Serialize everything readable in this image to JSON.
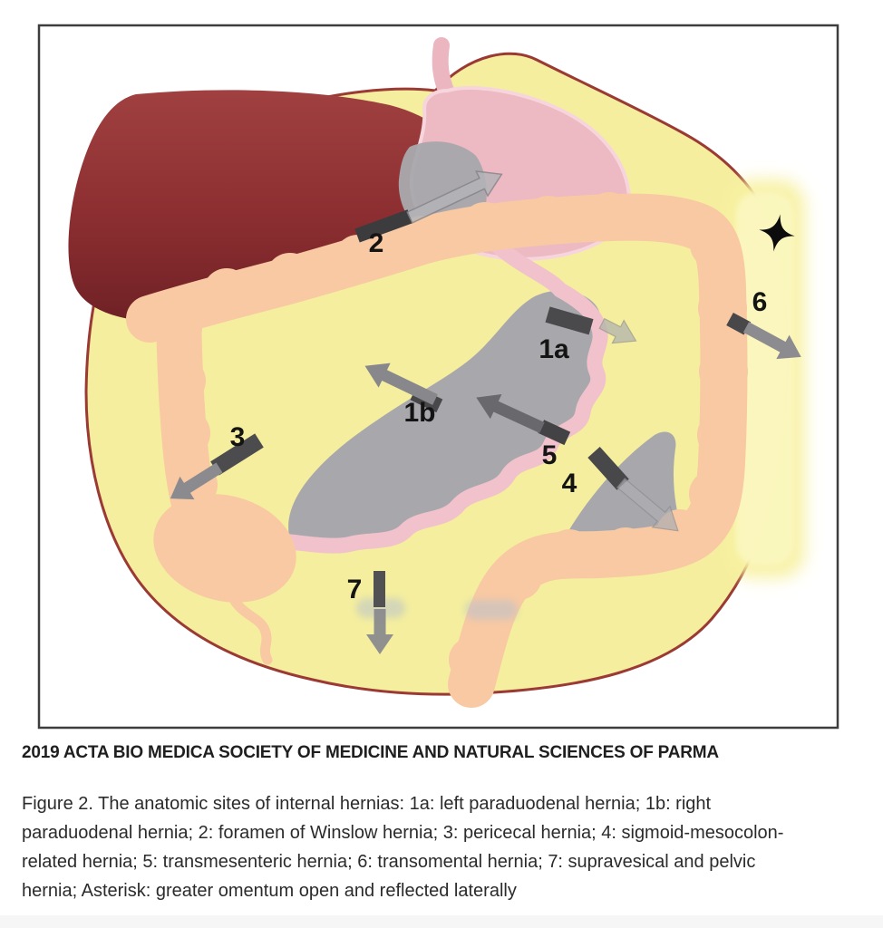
{
  "figure": {
    "title_role": "anatomic illustration of internal hernia sites",
    "markers": {
      "1a": "1a",
      "1b": "1b",
      "2": "2",
      "3": "3",
      "4": "4",
      "5": "5",
      "6": "6",
      "7": "7"
    },
    "asterisk_icon": "four-pointed-star"
  },
  "colors": {
    "border": "#3d3d3d",
    "cavity_fill": "#f4ee9e",
    "cavity_outline": "#9b3a34",
    "colon": "#f8c9a2",
    "liver": "#8f3034",
    "stomach": "#edb9c3",
    "stomach_edge": "#f6d6dc",
    "bowel_pink": "#f1c2cc",
    "mesentery": "#a8a8ac",
    "omentum_band": "#f8f1a1",
    "arrow_gray": "#8c8c90",
    "arrow_dark": "#48484a",
    "smudge": "#b6bfcf",
    "marker_text": "#141414"
  },
  "caption": {
    "attribution": "2019 ACTA BIO MEDICA SOCIETY OF MEDICINE AND NATURAL SCIENCES OF PARMA",
    "lines": [
      "Figure 2. The anatomic sites of internal hernias: 1a: left paraduodenal hernia; 1b: right",
      "paraduodenal hernia; 2: foramen of Winslow hernia; 3: pericecal hernia; 4: sigmoid-mesocolon-",
      "related hernia; 5: transmesenteric hernia; 6: transomental hernia; 7: supravesical and pelvic",
      "hernia; Asterisk: greater omentum open and reflected laterally"
    ]
  }
}
